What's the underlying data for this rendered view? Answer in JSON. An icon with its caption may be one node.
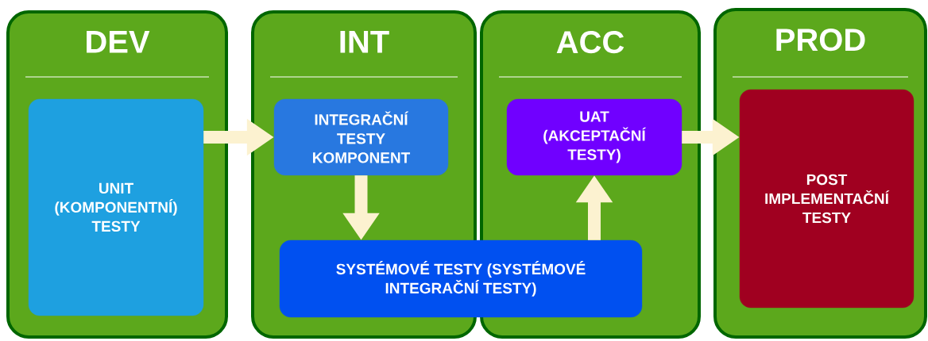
{
  "diagram": {
    "nodes": [
      {
        "text": [
          "DEV"
        ]
      },
      {
        "text": [
          "UNIT (KOMPONENTNÍ) TESTY"
        ],
        "in": 0
      },
      {
        "text": [
          "INT"
        ]
      },
      {
        "text": [
          "INTEGRAČNÍ TESTY KOMPONENT"
        ],
        "in": 2
      },
      {
        "text": [
          "ACC"
        ]
      },
      {
        "text": [
          "UAT (AKCEPTAČNÍ TESTY)"
        ],
        "in": 4
      },
      {
        "text": [
          "SYSTÉMOVÉ TESTY (SYSTÉMOVÉ INTEGRAČNÍ TESTY)"
        ]
      },
      {
        "text": [
          "PROD"
        ]
      },
      {
        "text": [
          "POST IMPLEMENTAČNÍ TESTY"
        ],
        "in": 7
      }
    ],
    "edges": [
      {
        "from": 1,
        "to": 3,
        "arrow": "to"
      },
      {
        "from": 3,
        "to": 6,
        "arrow": "to"
      },
      {
        "from": 6,
        "to": 5,
        "arrow": "to"
      },
      {
        "from": 5,
        "to": 8,
        "arrow": "to"
      }
    ]
  }
}
